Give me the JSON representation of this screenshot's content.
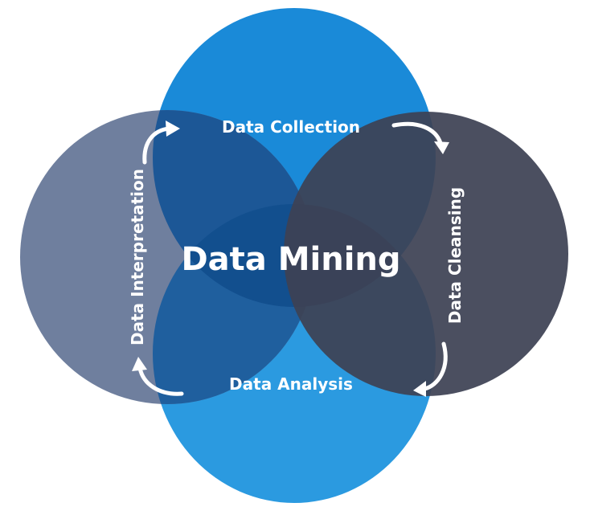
{
  "center_label": "Data Mining",
  "stages": {
    "top": "Data Collection",
    "right": "Data Cleansing",
    "bottom": "Data Analysis",
    "left": "Data Interpretation"
  },
  "colors": {
    "top_circle": "#1a8ad8",
    "bottom_circle": "#2b9ae0",
    "left_circle": "#6f7f9e",
    "right_circle": "#43475a",
    "overlap_blue": "#124f8e",
    "text": "#ffffff"
  }
}
